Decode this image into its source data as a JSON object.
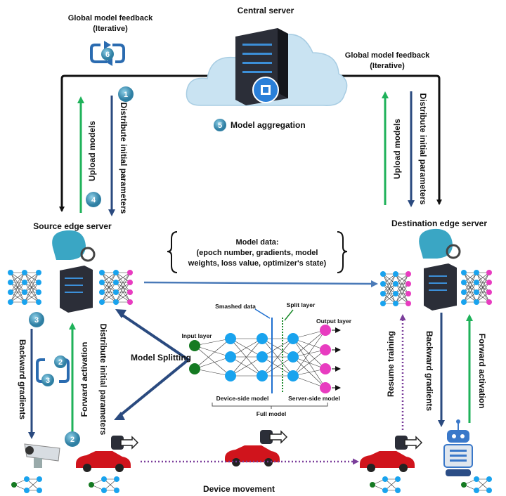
{
  "central": {
    "title": "Central server",
    "aggregation_badge": "5",
    "aggregation": "Model aggregation"
  },
  "feedback_left": {
    "line1": "Global model feedback",
    "line2": "(Iterative)",
    "badge": "6"
  },
  "feedback_right": {
    "line1": "Global model feedback",
    "line2": "(Iterative)"
  },
  "source_upper": {
    "upload": "Upload models",
    "upload_badge": "4",
    "distribute": "Distribute initial parameters",
    "distribute_badge": "1"
  },
  "dest_upper": {
    "upload": "Upload models",
    "distribute": "Distribute initial parameters"
  },
  "source_server": {
    "label": "Source edge server"
  },
  "dest_server": {
    "label": "Destination edge server"
  },
  "model_data": {
    "line1": "Model data:",
    "line2": "(epoch number, gradients, model",
    "line3": "weights, loss value, optimizer's state)"
  },
  "source_lower": {
    "backward": "Backward gradients",
    "backward_badge": "3",
    "forward": "Forward activation",
    "forward_badge": "2",
    "distribute": "Distribute initial parameters",
    "cycle_badge_a": "2",
    "cycle_badge_b": "3"
  },
  "splitting": {
    "label": "Model Splitting"
  },
  "full_model": {
    "smashed": "Smashed data",
    "split_layer": "Split layer",
    "input_layer": "Input layer",
    "output_layer": "Output layer",
    "device_side": "Device-side model",
    "server_side": "Server-side model",
    "full": "Full model"
  },
  "dest_lower": {
    "resume": "Resume training",
    "backward": "Backward gradients",
    "forward": "Forward activation"
  },
  "bottom": {
    "movement": "Device movement"
  },
  "colors": {
    "blue_arrow": "#2a4a7f",
    "green_arrow": "#1fb25a",
    "light_blue_arrow": "#4a7ab8",
    "purple": "#7a3d9a",
    "node_blue": "#19a3ee",
    "node_green": "#157a22",
    "node_pink": "#e83cc0",
    "badge": "#3a8db0",
    "cloud": "#c9e3f2"
  }
}
